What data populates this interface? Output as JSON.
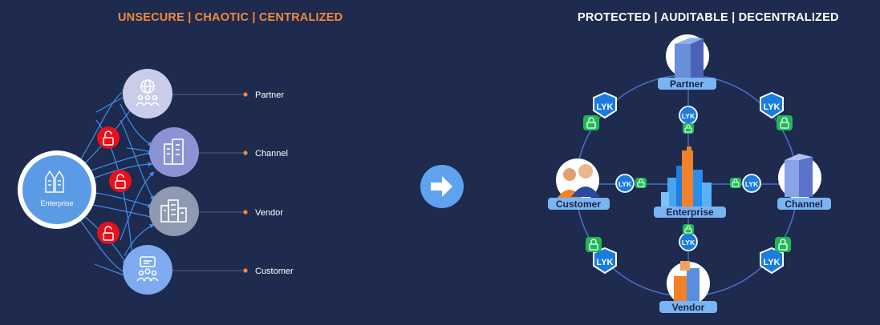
{
  "left_panel": {
    "title": "UNSECURE | CHAOTIC | CENTRALIZED",
    "hub": "Enterprise",
    "nodes": [
      {
        "label": "Partner",
        "icon": "globe-people-icon"
      },
      {
        "label": "Channel",
        "icon": "building-icon"
      },
      {
        "label": "Vendor",
        "icon": "city-icon"
      },
      {
        "label": "Customer",
        "icon": "chat-people-icon"
      }
    ],
    "lock_icon": "unlocked-padlock-icon"
  },
  "arrow_icon": "right-arrow-icon",
  "right_panel": {
    "title": "PROTECTED | AUDITABLE | DECENTRALIZED",
    "center": "Enterprise",
    "nodes": [
      {
        "label": "Partner"
      },
      {
        "label": "Channel"
      },
      {
        "label": "Vendor"
      },
      {
        "label": "Customer"
      }
    ],
    "badge_text": "LYK",
    "lock_icon": "locked-padlock-icon"
  },
  "colors": {
    "background": "#1e2a4e",
    "accent_orange": "#f08a3c",
    "hub_blue": "#5b9be6",
    "unsecure_red": "#e8101c",
    "secure_green": "#1db954",
    "lyk_blue": "#1a7be0"
  }
}
